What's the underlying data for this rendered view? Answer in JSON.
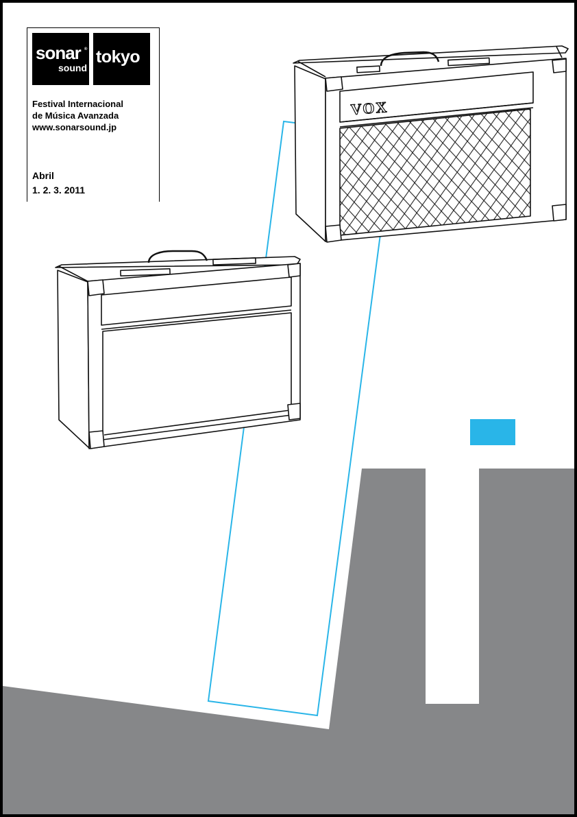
{
  "logo": {
    "brand_line1": "sonar",
    "brand_mark": "®",
    "brand_line2": "sound",
    "city": "tokyo"
  },
  "tagline": {
    "line1": "Festival Internacional",
    "line2": "de Música Avanzada",
    "line3": "www.sonarsound.jp"
  },
  "event": {
    "month": "Abril",
    "dates": "1. 2. 3. 2011"
  },
  "amp": {
    "brand_label": "VOX"
  },
  "colors": {
    "accent_cyan": "#29b5e8",
    "gray_shape": "#868789",
    "frame": "#000000",
    "background": "#ffffff"
  }
}
